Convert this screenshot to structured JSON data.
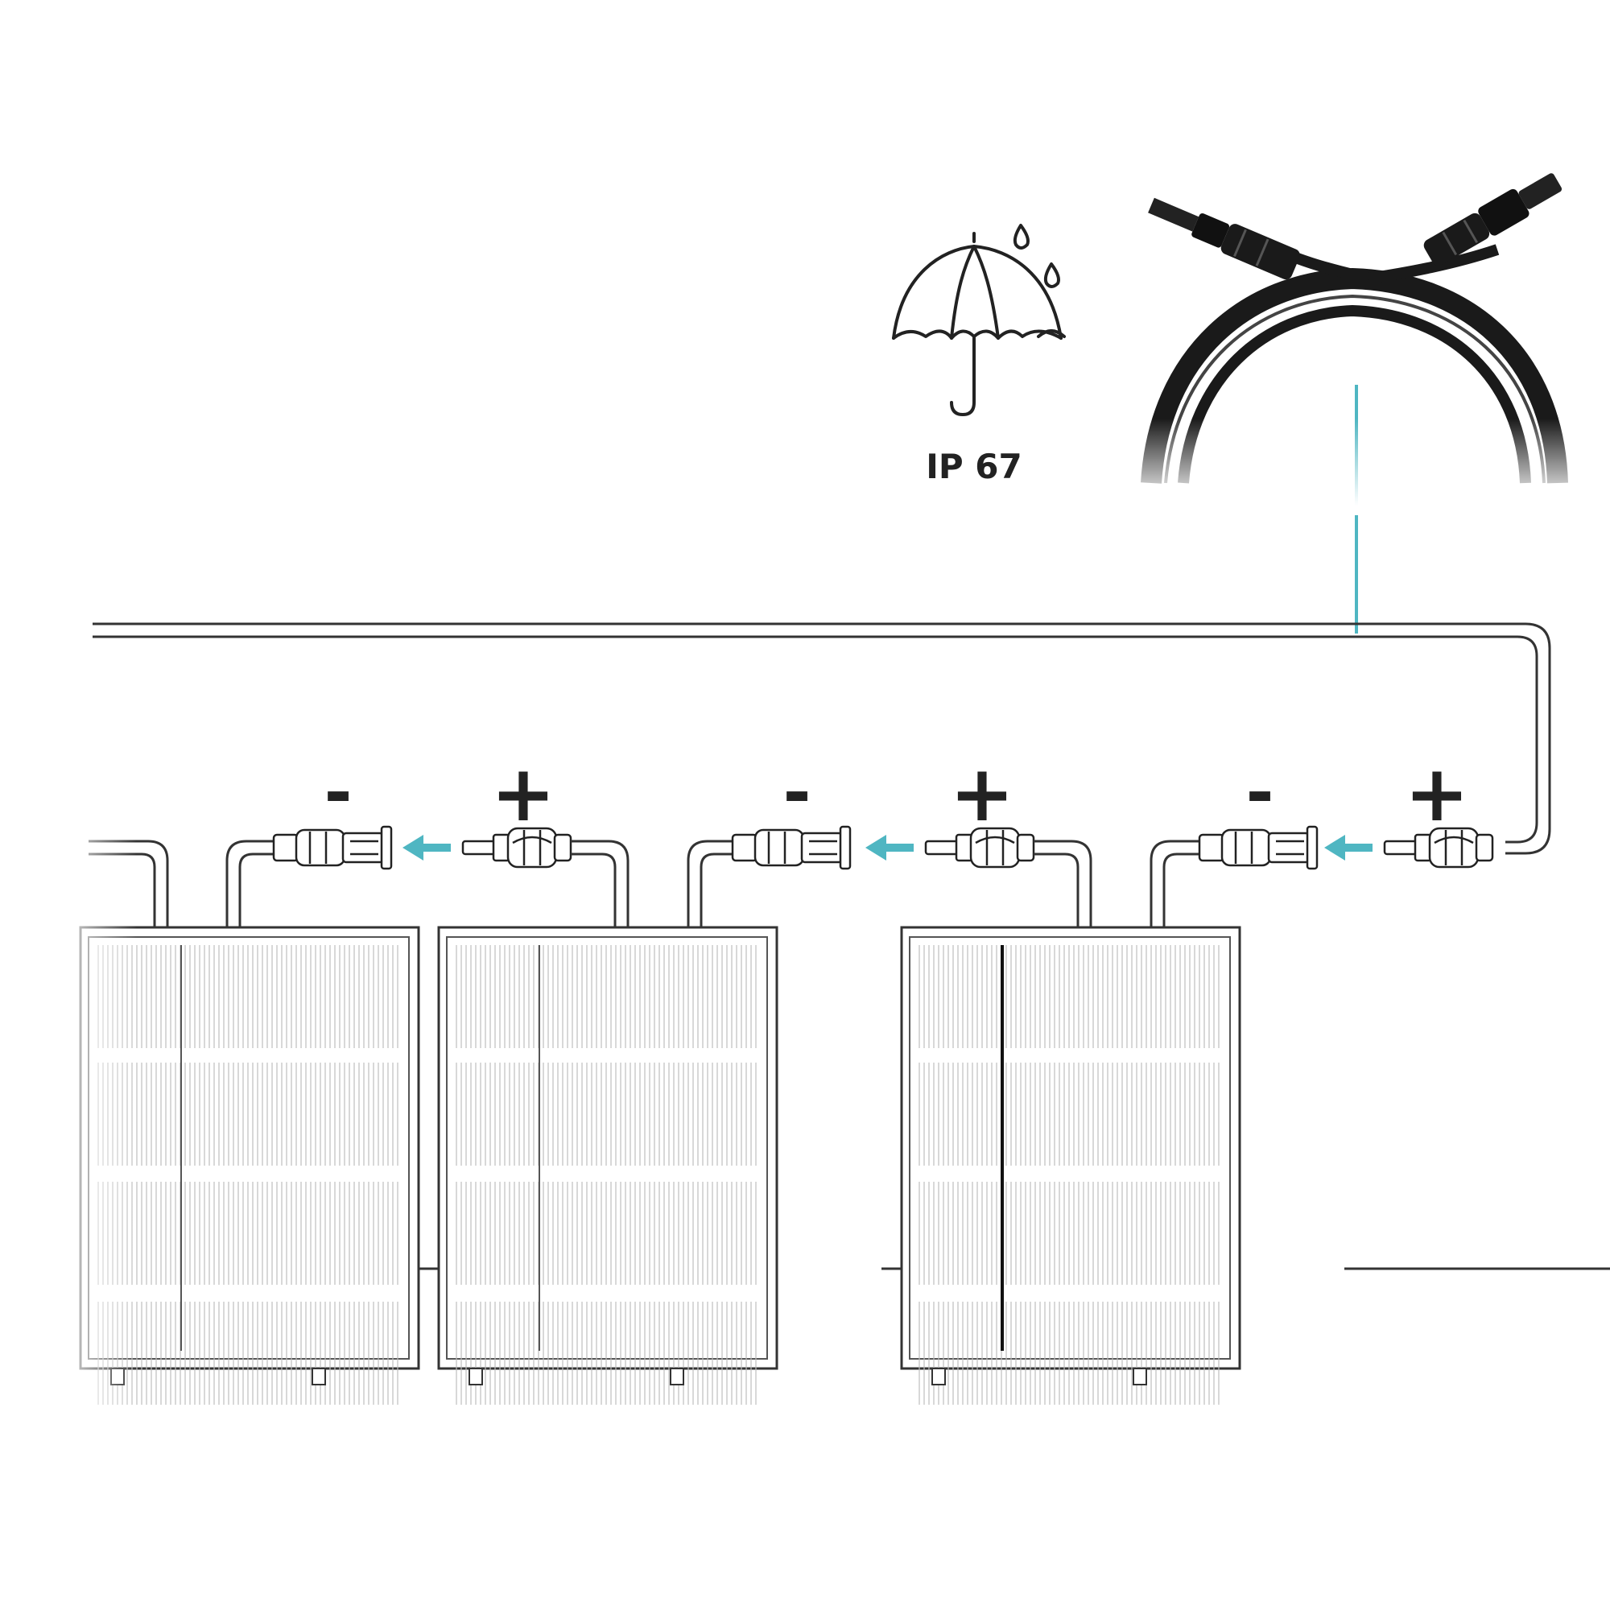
{
  "badge": {
    "label": "IP 67",
    "icon": "umbrella-rain-icon"
  },
  "connectors": {
    "minus_symbol": "-",
    "plus_symbol": "+",
    "pairs": [
      {
        "minus": "-",
        "plus": "+"
      },
      {
        "minus": "-",
        "plus": "+"
      },
      {
        "minus": "-",
        "plus": "+"
      }
    ]
  },
  "colors": {
    "accent": "#4fb6c2",
    "line": "#333333",
    "cable": "#1a1a1a",
    "text": "#222222"
  },
  "panels": [
    {
      "name": "panel-1"
    },
    {
      "name": "panel-2"
    },
    {
      "name": "panel-3"
    }
  ]
}
